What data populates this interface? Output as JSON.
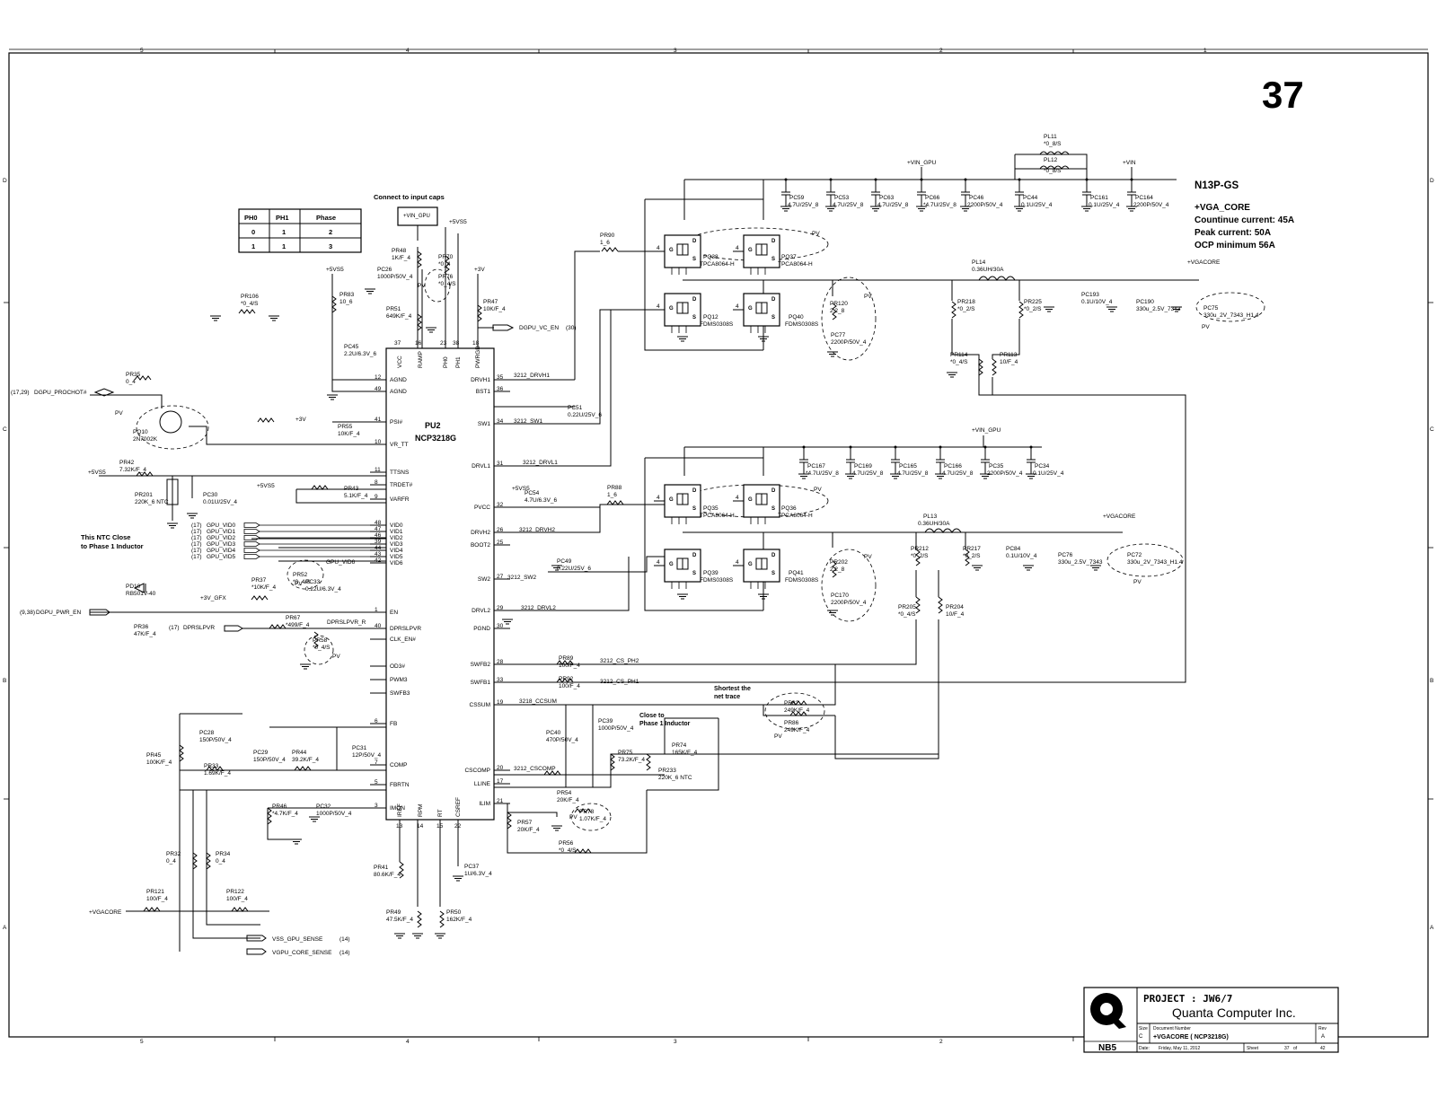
{
  "page_number": "37",
  "border": {
    "col_top": [
      "5",
      "4",
      "3",
      "2",
      "1"
    ],
    "col_bottom": [
      "5",
      "4",
      "3",
      "2",
      "1"
    ],
    "row_left": [
      "D",
      "C",
      "B",
      "A"
    ],
    "row_right": [
      "D",
      "C",
      "B",
      "A"
    ]
  },
  "spec": {
    "title": "N13P-GS",
    "rail": "+VGA_CORE",
    "cont": "Countinue current: 45A",
    "peak": "Peak current: 50A",
    "ocp": "OCP minimum 56A"
  },
  "phase_table": {
    "headers": [
      "PH0",
      "PH1",
      "Phase"
    ],
    "rows": [
      [
        "0",
        "1",
        "2"
      ],
      [
        "1",
        "1",
        "3"
      ]
    ]
  },
  "ic": {
    "ref": "PU2",
    "part": "NCP3218G",
    "left_pins": [
      {
        "name": "AGND",
        "num": "12"
      },
      {
        "name": "AGND",
        "num": "49"
      },
      {
        "name": "PSI#",
        "num": "41"
      },
      {
        "name": "VR_TT",
        "num": "10"
      },
      {
        "name": "TTSNS",
        "num": "11"
      },
      {
        "name": "TRDET#",
        "num": "8"
      },
      {
        "name": "VARFR",
        "num": "9"
      },
      {
        "name": "VID0",
        "num": "48"
      },
      {
        "name": "VID1",
        "num": "47"
      },
      {
        "name": "VID2",
        "num": "46"
      },
      {
        "name": "VID3",
        "num": "39"
      },
      {
        "name": "VID4",
        "num": "44"
      },
      {
        "name": "VID5",
        "num": "43"
      },
      {
        "name": "VID6",
        "num": "42"
      },
      {
        "name": "EN",
        "num": "1"
      },
      {
        "name": "DPRSLPVR",
        "num": "40"
      },
      {
        "name": "CLK_EN#",
        "num": ""
      },
      {
        "name": "OD3#",
        "num": ""
      },
      {
        "name": "PWM3",
        "num": ""
      },
      {
        "name": "SWFB3",
        "num": ""
      },
      {
        "name": "FB",
        "num": "6"
      },
      {
        "name": "COMP",
        "num": "7"
      },
      {
        "name": "FBRTN",
        "num": "5"
      },
      {
        "name": "IMON",
        "num": "3"
      }
    ],
    "right_pins": [
      {
        "name": "DRVH1",
        "num": "35"
      },
      {
        "name": "BST1",
        "num": "36"
      },
      {
        "name": "SW1",
        "num": "34"
      },
      {
        "name": "DRVL1",
        "num": "31"
      },
      {
        "name": "PVCC",
        "num": "32"
      },
      {
        "name": "DRVH2",
        "num": "26"
      },
      {
        "name": "BOOT2",
        "num": "25"
      },
      {
        "name": "SW2",
        "num": "27"
      },
      {
        "name": "DRVL2",
        "num": "29"
      },
      {
        "name": "PGND",
        "num": "30"
      },
      {
        "name": "SWFB2",
        "num": "28"
      },
      {
        "name": "SWFB1",
        "num": "33"
      },
      {
        "name": "CSSUM",
        "num": "19"
      },
      {
        "name": "CSCOMP",
        "num": "20"
      },
      {
        "name": "LLINE",
        "num": "17"
      },
      {
        "name": "ILIM",
        "num": "21"
      }
    ],
    "top_pins": [
      {
        "name": "VCC",
        "num": "37"
      },
      {
        "name": "RAMP",
        "num": "16"
      },
      {
        "name": "PH0",
        "num": "23"
      },
      {
        "name": "PH1",
        "num": "38"
      },
      {
        "name": "PWRGD",
        "num": "18"
      }
    ],
    "bottom_pins": [
      {
        "name": "IREF",
        "num": "13"
      },
      {
        "name": "RPM",
        "num": "14"
      },
      {
        "name": "RT",
        "num": "15"
      },
      {
        "name": "CSREF",
        "num": "22"
      }
    ]
  },
  "nets": {
    "vin_gpu": "+VIN_GPU",
    "v5vs5": "+5VS5",
    "v3v": "+3V",
    "vin": "+VIN",
    "vgacore": "+VGACORE",
    "v3v_gfx": "+3V_GFX",
    "dgpu_prochot": "DGPU_PROCHOT#",
    "dgpu_prochot_ref": "(17,29)",
    "dgpu_vc_en": "DGPU_VC_EN",
    "dgpu_vc_en_ref": "(30)",
    "dgpu_pwr_en": "DGPU_PWR_EN",
    "dgpu_pwr_en_ref": "(9,38)",
    "dprslpvr": "DPRSLPVR",
    "dprslpvr_ref": "(17)",
    "dprslpvr_r": "DPRSLPVR_R",
    "gpu_vids": [
      "GPU_VID0",
      "GPU_VID1",
      "GPU_VID2",
      "GPU_VID3",
      "GPU_VID4",
      "GPU_VID5"
    ],
    "gpu_vid_ref": "(17)",
    "gpu_vid6": "GPU_VID6",
    "vss_sense": "VSS_GPU_SENSE",
    "vcore_sense": "VGPU_CORE_SENSE",
    "sense_ref": "(14)",
    "drvh1": "3212_DRVH1",
    "sw1": "3212_SW1",
    "drvl1": "3212_DRVL1",
    "drvh2": "3212_DRVH2",
    "sw2": "3212_SW2",
    "drvl2": "3212_DRVL2",
    "cs_ph2": "3212_CS_PH2",
    "cs_ph1": "3212_CS_PH1",
    "cssum": "3218_CCSUM",
    "cscomp": "3212_CSCOMP"
  },
  "notes": {
    "input_caps": "Connect to input caps",
    "ntc": "This NTC Close\nto Phase 1 Inductor",
    "ntc_line1": "This NTC Close",
    "ntc_line2": "to Phase 1 Inductor",
    "shortest1": "Shortest the",
    "shortest2": "net trace",
    "close1": "Close to",
    "close2": "Phase 1 Inductor",
    "pv": "PV"
  },
  "components": {
    "PR106": [
      "PR106",
      "*0_4/S"
    ],
    "PR83": [
      "PR83",
      "10_6"
    ],
    "PC45": [
      "PC45",
      "2.2U/6.3V_6"
    ],
    "PR48": [
      "PR48",
      "1K/F_4"
    ],
    "PR70": [
      "PR70",
      "*0_4"
    ],
    "PR76": [
      "PR76",
      "*0_4/S"
    ],
    "PC26": [
      "PC26",
      "1000P/50V_4"
    ],
    "PR51": [
      "PR51",
      "649K/F_4"
    ],
    "PR47": [
      "PR47",
      "10K/F_4"
    ],
    "PR35": [
      "PR35",
      "0_4"
    ],
    "PQ10": [
      "PQ10",
      "2N7002K"
    ],
    "PR42": [
      "PR42",
      "7.32K/F_4"
    ],
    "PR201": [
      "PR201",
      "220K_6 NTC"
    ],
    "PC30": [
      "PC30",
      "0.01U/25V_4"
    ],
    "PR55": [
      "PR55",
      "10K/F_4"
    ],
    "PR43": [
      "PR43",
      "5.1K/F_4"
    ],
    "PR52": [
      "PR52",
      "*0_4/S"
    ],
    "PR37": [
      "PR37",
      "*10K/F_4"
    ],
    "PC33": [
      "PC33",
      "0.22U/6.3V_4"
    ],
    "PD10": [
      "PD10",
      "RB501V-40"
    ],
    "PR36": [
      "PR36",
      "47K/F_4"
    ],
    "PR67": [
      "PR67",
      "*499/F_4"
    ],
    "PR58": [
      "PR58",
      "*0_4/S"
    ],
    "PC28": [
      "PC28",
      "150P/50V_4"
    ],
    "PR45": [
      "PR45",
      "100K/F_4"
    ],
    "PR33": [
      "PR33",
      "1.69K/F_4"
    ],
    "PC29": [
      "PC29",
      "150P/50V_4"
    ],
    "PR44": [
      "PR44",
      "39.2K/F_4"
    ],
    "PC31": [
      "PC31",
      "12P/50V_4"
    ],
    "PR46": [
      "PR46",
      "*4.7K/F_4"
    ],
    "PC32": [
      "PC32",
      "1000P/50V_4"
    ],
    "PR32": [
      "PR32",
      "0_4"
    ],
    "PR34": [
      "PR34",
      "0_4"
    ],
    "PR121": [
      "PR121",
      "100/F_4"
    ],
    "PR122": [
      "PR122",
      "100/F_4"
    ],
    "PR41": [
      "PR41",
      "80.6K/F_4"
    ],
    "PR49": [
      "PR49",
      "47.5K/F_4"
    ],
    "PR50": [
      "PR50",
      "162K/F_4"
    ],
    "PC37": [
      "PC37",
      "1U/6.3V_4"
    ],
    "PR57": [
      "PR57",
      "20K/F_4"
    ],
    "PR56": [
      "PR56",
      "*0_4/S"
    ],
    "PR54": [
      "PR54",
      "20K/F_4"
    ],
    "PR78": [
      "PR78",
      "1.07K/F_4"
    ],
    "PC40": [
      "PC40",
      "470P/50V_4"
    ],
    "PC39": [
      "PC39",
      "1000P/50V_4"
    ],
    "PR75": [
      "PR75",
      "73.2K/F_4"
    ],
    "PR74": [
      "PR74",
      "165K/F_4"
    ],
    "PR233": [
      "PR233",
      "220K_6 NTC"
    ],
    "PR89": [
      "PR89",
      "100/F_4"
    ],
    "PR92": [
      "PR92",
      "100/F_4"
    ],
    "PR82": [
      "PR82",
      "249K/F_4"
    ],
    "PR86": [
      "PR86",
      "249K/F_4"
    ],
    "PC51": [
      "PC51",
      "0.22U/25V_6"
    ],
    "PC54": [
      "PC54",
      "4.7U/6.3V_6"
    ],
    "PC49": [
      "PC49",
      "0.22U/25V_6"
    ],
    "PR90": [
      "PR90",
      "1_6"
    ],
    "PR88": [
      "PR88",
      "1_6"
    ],
    "PQ38": [
      "PQ38",
      "TPCA8064-H"
    ],
    "PQ37": [
      "PQ37",
      "TPCA8064-H"
    ],
    "PQ12": [
      "PQ12",
      "FDMS0308S"
    ],
    "PQ40": [
      "PQ40",
      "FDMS0308S"
    ],
    "PQ35": [
      "PQ35",
      "TPCA8064-H"
    ],
    "PQ36": [
      "PQ36",
      "TPCA8064-H"
    ],
    "PQ39": [
      "PQ39",
      "FDMS0308S"
    ],
    "PQ41": [
      "PQ41",
      "FDMS0308S"
    ],
    "PR120": [
      "PR120",
      "2.2_8"
    ],
    "PC77": [
      "PC77",
      "2200P/50V_4"
    ],
    "PR202": [
      "PR202",
      "2.2_8"
    ],
    "PC170": [
      "PC170",
      "2200P/50V_4"
    ],
    "PL11": [
      "PL11",
      "*0_8/S"
    ],
    "PL12": [
      "PL12",
      "*0_8/S"
    ],
    "PL14": [
      "PL14",
      "0.36UH/30A"
    ],
    "PL13": [
      "PL13",
      "0.36UH/30A"
    ],
    "PR218": [
      "PR218",
      "*0_2/S"
    ],
    "PR225": [
      "PR225",
      "*0_2/S"
    ],
    "PR114": [
      "PR114",
      "*0_4/S"
    ],
    "PR113": [
      "PR113",
      "10/F_4"
    ],
    "PR212": [
      "PR212",
      "*0_2/S"
    ],
    "PR217": [
      "PR217",
      "*0_2/S"
    ],
    "PR205": [
      "PR205",
      "*0_4/S"
    ],
    "PR204": [
      "PR204",
      "10/F_4"
    ],
    "PC193": [
      "PC193",
      "0.1U/10V_4"
    ],
    "PC190": [
      "PC190",
      "330u_2.5V_7343"
    ],
    "PC75": [
      "PC75",
      "330u_2V_7343_H1.4"
    ],
    "PC84": [
      "PC84",
      "0.1U/10V_4"
    ],
    "PC76": [
      "PC76",
      "330u_2.5V_7343"
    ],
    "PC72": [
      "PC72",
      "330u_2V_7343_H1.4"
    ]
  },
  "top_caps": [
    [
      "PC59",
      "4.7U/25V_8"
    ],
    [
      "PC53",
      "4.7U/25V_8"
    ],
    [
      "PC63",
      "4.7U/25V_8"
    ],
    [
      "PC66",
      "*4.7U/25V_8"
    ],
    [
      "PC46",
      "2200P/50V_4"
    ],
    [
      "PC44",
      "0.1U/25V_4"
    ],
    [
      "PC161",
      "0.1U/25V_4"
    ],
    [
      "PC164",
      "2200P/50V_4"
    ]
  ],
  "mid_caps": [
    [
      "PC167",
      "*4.7U/25V_8"
    ],
    [
      "PC169",
      "4.7U/25V_8"
    ],
    [
      "PC165",
      "4.7U/25V_8"
    ],
    [
      "PC166",
      "4.7U/25V_8"
    ],
    [
      "PC35",
      "2200P/50V_4"
    ],
    [
      "PC34",
      "0.1U/25V_4"
    ]
  ],
  "title_block": {
    "project": "PROJECT : JW6/7",
    "company": "Quanta Computer Inc.",
    "logo_label": "NB5",
    "size_label": "Size",
    "size": "C",
    "docnum_label": "Document Number",
    "docnum": "+VGACORE ( NCP3218G)",
    "rev_label": "Rev",
    "rev": "A",
    "date_label": "Date:",
    "date": "Friday, May 11, 2012",
    "sheet_label": "Sheet",
    "sheet": "37",
    "of_label": "of",
    "total": "42"
  }
}
